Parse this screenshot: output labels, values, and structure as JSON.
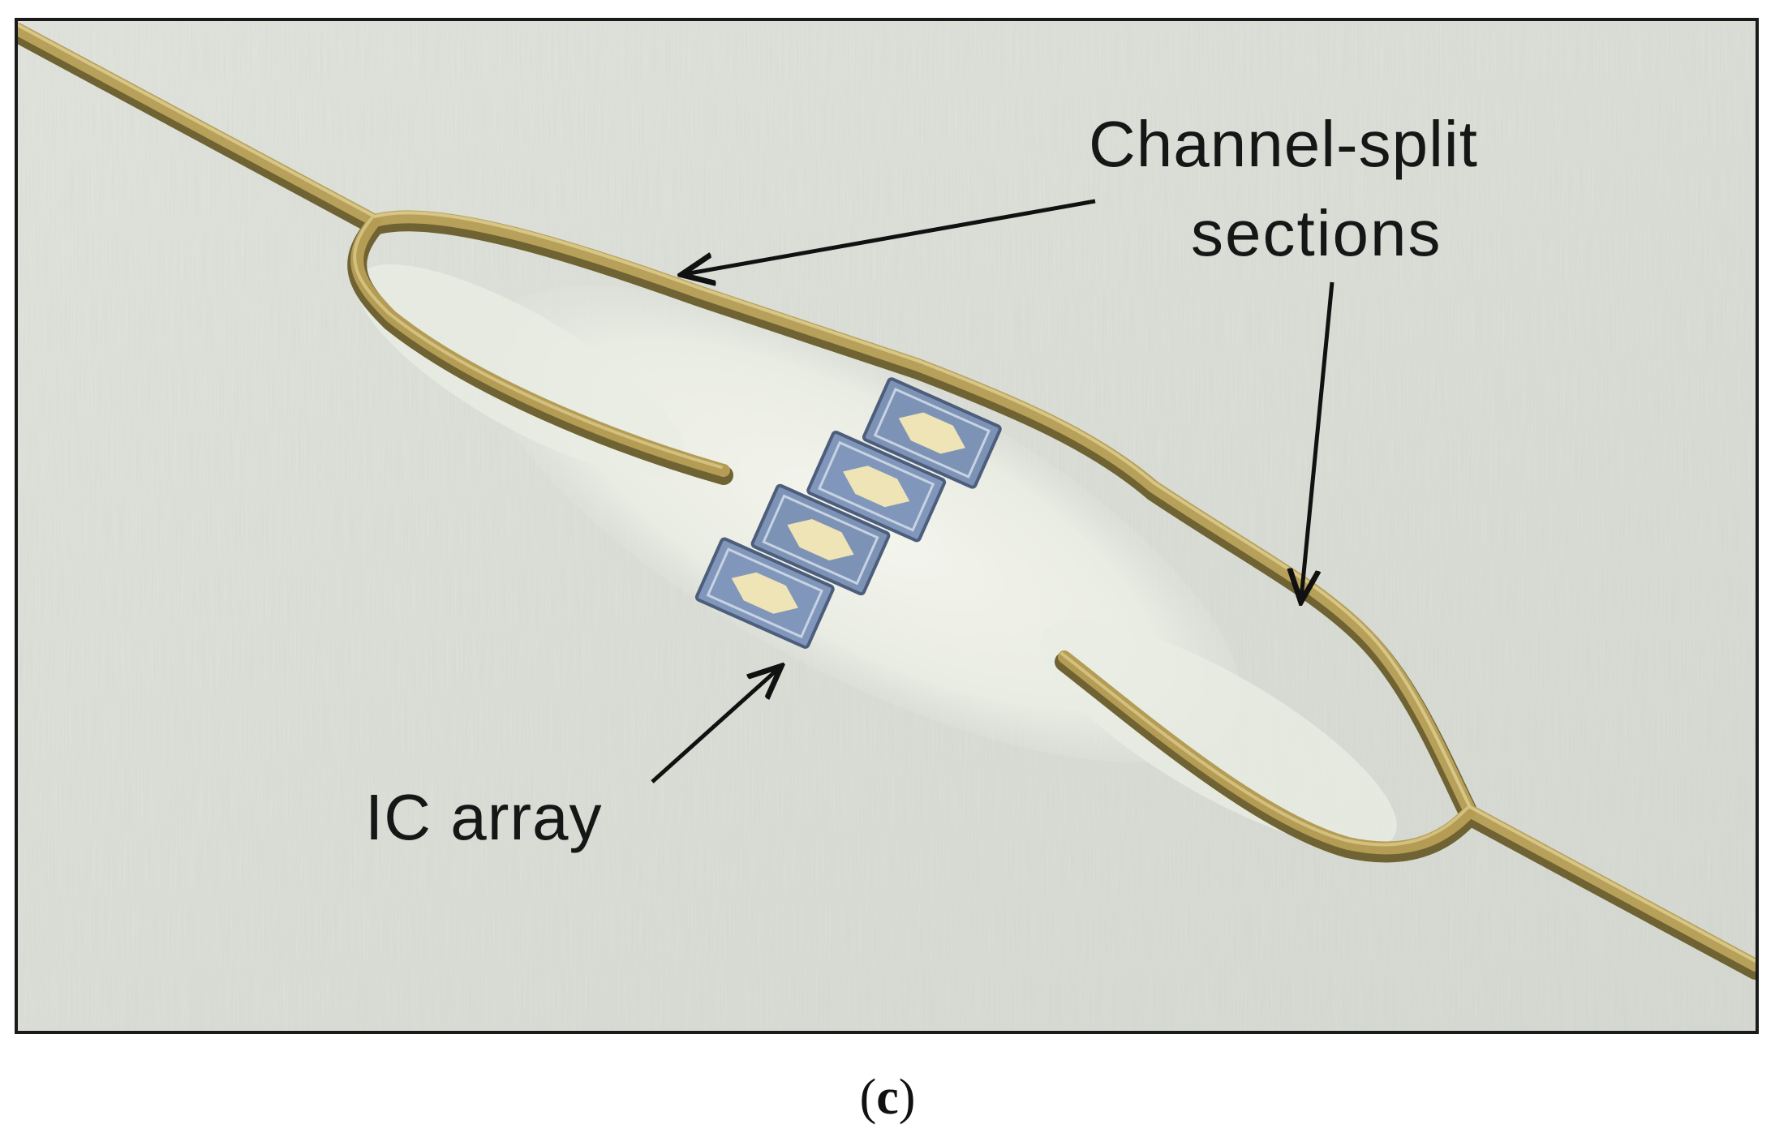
{
  "figure": {
    "annotations": {
      "channel_split_line1": "Channel-split",
      "channel_split_line2": "sections",
      "ic_array": "IC array"
    },
    "caption": {
      "open": "(",
      "letter": "c",
      "close": ")"
    }
  },
  "colors": {
    "background_board": "#dfe3dc",
    "channel_brass": "#b39a52",
    "channel_edge": "#7d6a33",
    "ic_chip": "#7f95b8",
    "ic_pad": "#efe6b9",
    "cavity": "#ecefe4",
    "arrow": "#111111"
  }
}
